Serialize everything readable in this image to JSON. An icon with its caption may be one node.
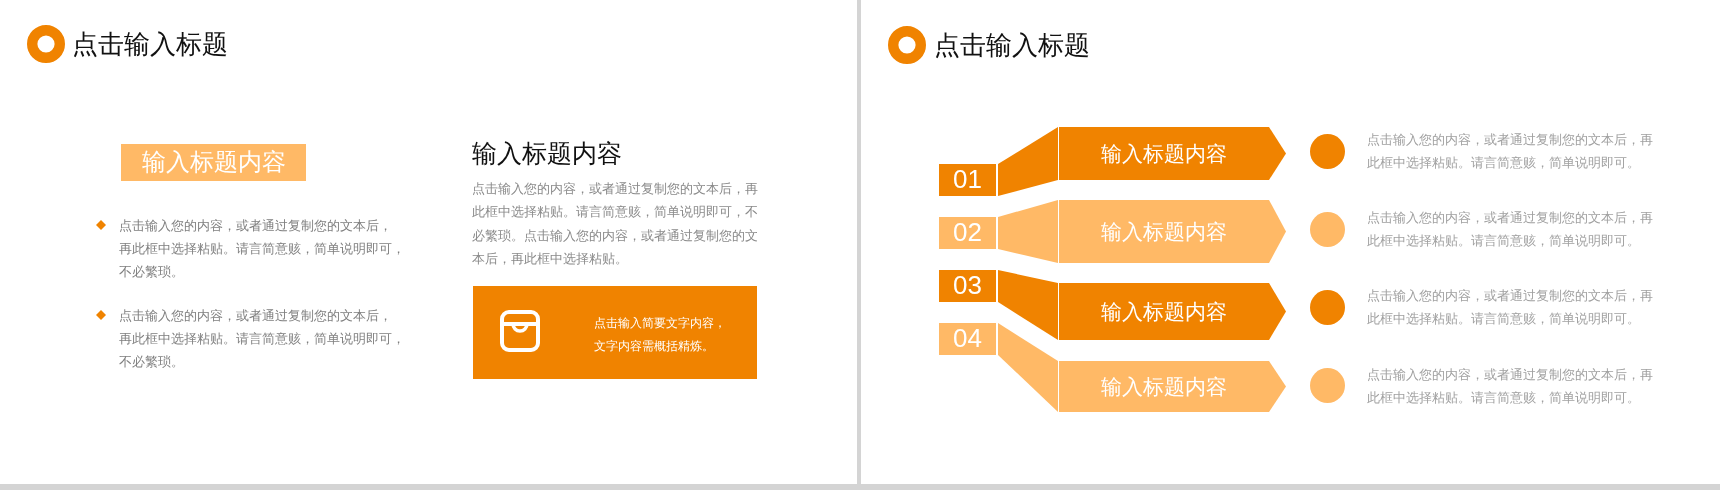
{
  "diagram": {
    "nodes": [
      {
        "text": [
          "输入标题内容"
        ]
      },
      {
        "text": [
          "点击输入简要文字内容，文字内容需概括精炼。"
        ]
      },
      {
        "text": [
          "01"
        ]
      },
      {
        "text": [
          "输入标题内容"
        ]
      },
      {
        "text": [
          "02"
        ]
      },
      {
        "text": [
          "输入标题内容"
        ]
      },
      {
        "text": [
          "03"
        ]
      },
      {
        "text": [
          "输入标题内容"
        ]
      },
      {
        "text": [
          "04"
        ]
      },
      {
        "text": [
          "输入标题内容"
        ]
      }
    ],
    "edges": [
      {
        "from": 2,
        "to": 3,
        "arrow": "none"
      },
      {
        "from": 4,
        "to": 5,
        "arrow": "none",
        "color": "#ffb966"
      },
      {
        "from": 6,
        "to": 7,
        "arrow": "none"
      },
      {
        "from": 8,
        "to": 9,
        "arrow": "none",
        "color": "#ffb966"
      }
    ],
    "labels": [
      "点击输入标题",
      "输入标题内容",
      "点击输入您的内容，或者通过复制您的文本后，再此框中选择粘贴。请言简意赅，简单说明即可，不必繁琐。点击输入您的内容，或者通过复制您的文本后，再此框中选择粘贴。",
      "点击输入您的内容，或者通过复制您的文本后，再此框中选择粘贴。请言简意赅，简单说明即可，不必繁琐。",
      "点击输入您的内容，或者通过复制您的文本后，再此框中选择粘贴。请言简意赅，简单说明即可，不必繁琐。",
      "点击输入标题",
      "点击输入您的内容，或者通过复制您的文本后，再此框中选择粘贴。请言简意赅，简单说明即可。",
      "点击输入您的内容，或者通过复制您的文本后，再此框中选择粘贴。请言简意赅，简单说明即可。",
      "点击输入您的内容，或者通过复制您的文本后，再此框中选择粘贴。请言简意赅，简单说明即可。",
      "点击输入您的内容，或者通过复制您的文本后，再此框中选择粘贴。请言简意赅，简单说明即可。"
    ]
  }
}
